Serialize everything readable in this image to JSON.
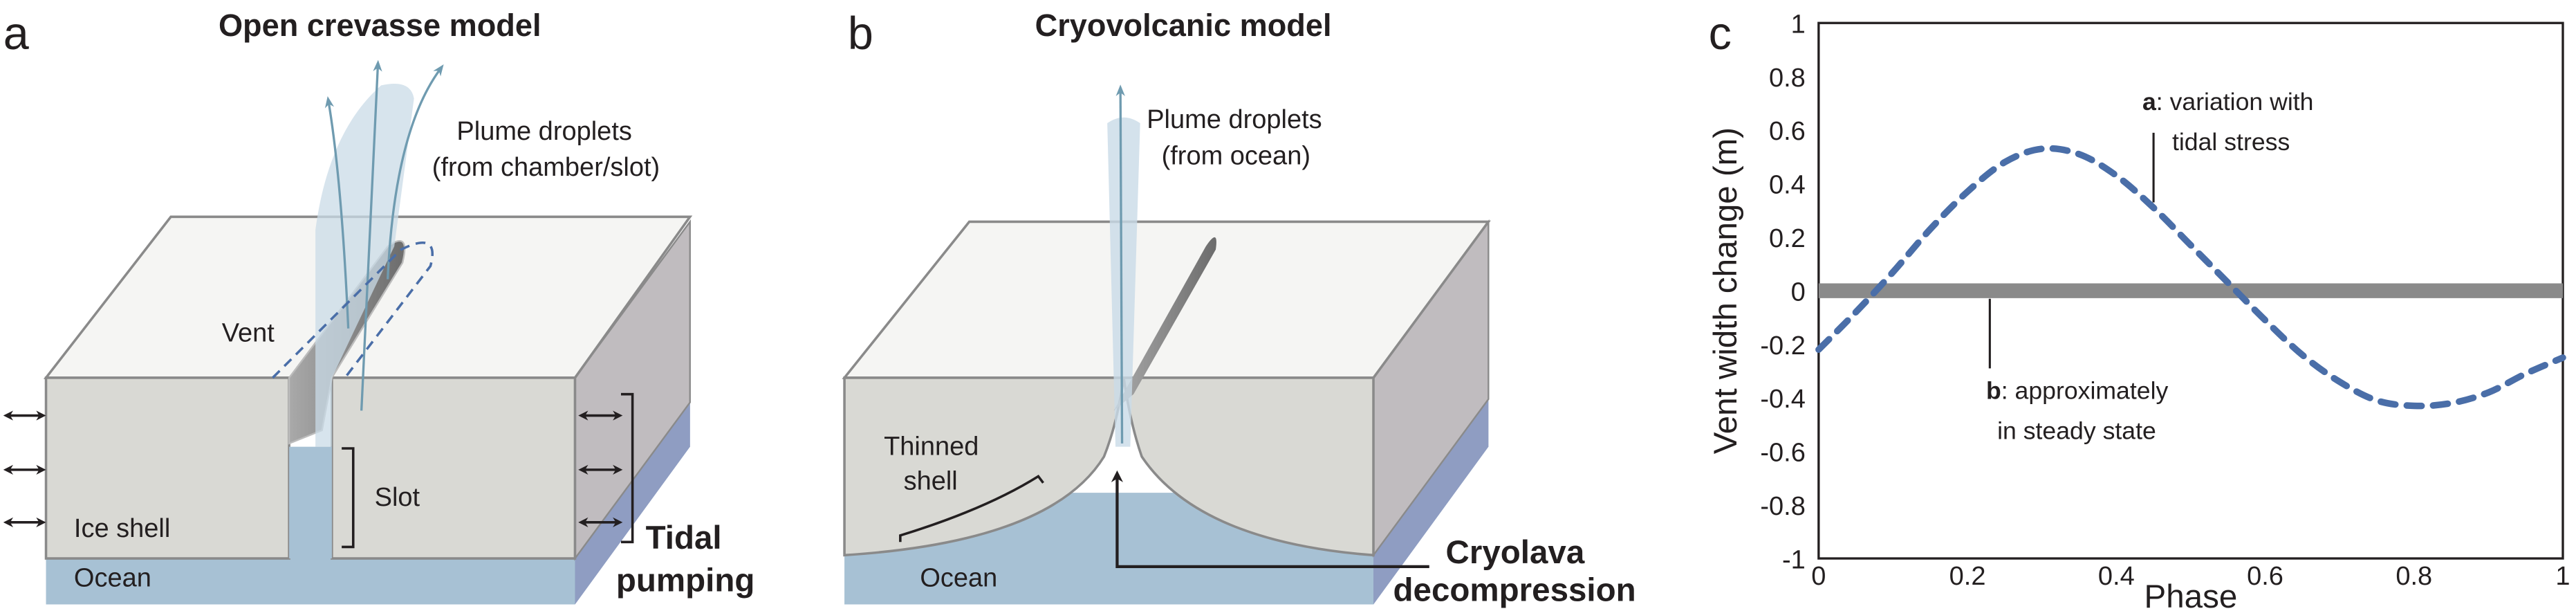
{
  "panels": {
    "a": {
      "letter": "a",
      "title": "Open crevasse model",
      "plume_label_line1": "Plume droplets",
      "plume_label_line2": "(from chamber/slot)",
      "vent_label": "Vent",
      "slot_label": "Slot",
      "ice_shell_label": "Ice shell",
      "ocean_label": "Ocean",
      "tidal_label_line1": "Tidal",
      "tidal_label_line2": "pumping"
    },
    "b": {
      "letter": "b",
      "title": "Cryovolcanic model",
      "plume_label_line1": "Plume droplets",
      "plume_label_line2": "(from ocean)",
      "thinned_label_line1": "Thinned",
      "thinned_label_line2": "shell",
      "ocean_label": "Ocean",
      "cryolava_label_line1": "Cryolava",
      "cryolava_label_line2": "decompression"
    },
    "c": {
      "letter": "c"
    }
  },
  "colors": {
    "ice_top": "#f5f5f3",
    "ice_front": "#d9d9d4",
    "ice_side": "#c0bcbf",
    "ocean": "#a7c1d4",
    "ocean_side": "#8f9dc2",
    "plume": "#c9dbe7",
    "arrow_blue": "#6f9bb0",
    "curve": "#4a6ea8",
    "steady": "#8a8a8a"
  },
  "chart_data": {
    "type": "line",
    "title": "",
    "xlabel": "Phase",
    "ylabel": "Vent width change (m)",
    "xlim": [
      0,
      1
    ],
    "ylim": [
      -1,
      1
    ],
    "xticks": [
      "0",
      "0.2",
      "0.4",
      "0.6",
      "0.8",
      "1"
    ],
    "yticks": [
      "1",
      "0.8",
      "0.6",
      "0.4",
      "0.2",
      "0",
      "-0.2",
      "-0.4",
      "-0.6",
      "-0.8",
      "-1"
    ],
    "grid": false,
    "series": [
      {
        "name": "a: variation with tidal stress",
        "style": "dashed",
        "x": [
          0,
          0.05,
          0.1,
          0.15,
          0.2,
          0.25,
          0.3,
          0.35,
          0.4,
          0.45,
          0.5,
          0.55,
          0.6,
          0.65,
          0.7,
          0.75,
          0.8,
          0.85,
          0.9,
          0.95,
          1.0
        ],
        "y": [
          -0.22,
          -0.08,
          0.07,
          0.23,
          0.37,
          0.48,
          0.53,
          0.51,
          0.43,
          0.31,
          0.17,
          0.03,
          -0.11,
          -0.24,
          -0.34,
          -0.41,
          -0.43,
          -0.42,
          -0.38,
          -0.31,
          -0.25
        ]
      },
      {
        "name": "b: approximately in steady state",
        "style": "thick-solid",
        "x": [
          0,
          1
        ],
        "y": [
          0,
          0
        ]
      }
    ],
    "annotations": [
      {
        "bold": "a",
        "text_line1": ": variation with",
        "text_line2": "tidal stress"
      },
      {
        "bold": "b",
        "text_line1": ": approximately",
        "text_line2": "in steady state"
      }
    ]
  }
}
